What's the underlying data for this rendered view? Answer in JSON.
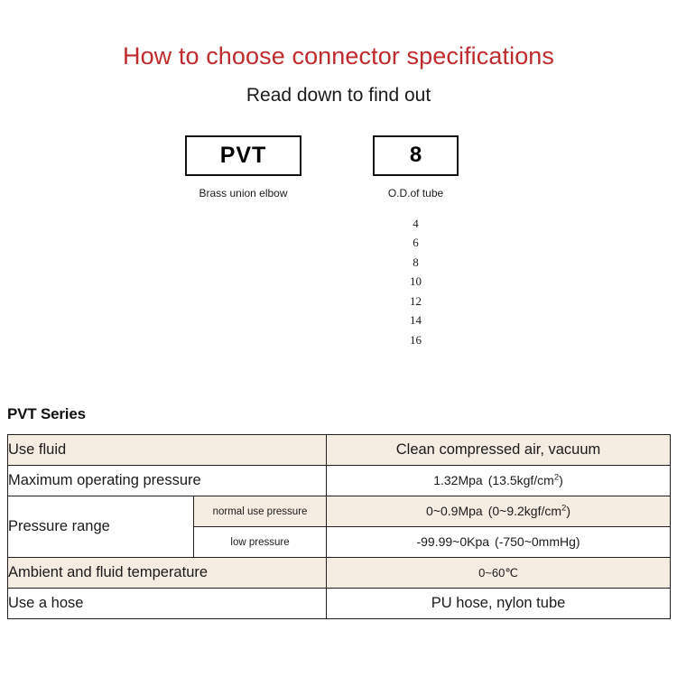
{
  "header": {
    "title": "How to choose connector specifications",
    "subtitle": "Read down to find out",
    "title_color": "#bf2a2c"
  },
  "selector": {
    "boxes": [
      {
        "code": "PVT",
        "caption": "Brass union elbow"
      },
      {
        "code": "8",
        "caption": "O.D.of tube"
      }
    ],
    "tube_sizes": [
      "4",
      "6",
      "8",
      "10",
      "12",
      "14",
      "16"
    ]
  },
  "spec": {
    "series_heading": "PVT Series",
    "colors": {
      "beige": "#f5ece2",
      "white": "#ffffff",
      "border": "#231f20"
    },
    "rows": [
      {
        "label": "Use fluid",
        "sublabel": null,
        "value_prefix": "Clean compressed air, vacuum",
        "value_paren": null,
        "shade": "beige"
      },
      {
        "label": "Maximum operating pressure",
        "sublabel": null,
        "value_prefix": "1.32Mpa",
        "value_paren": "(13.5kgf/cm",
        "value_paren_tail": ")",
        "shade": "white"
      },
      {
        "label": "Pressure range",
        "sublabel": "normal use pressure",
        "value_prefix": "0~0.9Mpa",
        "value_paren": "(0~9.2kgf/cm",
        "value_paren_tail": ")",
        "shade": "beige"
      },
      {
        "label": null,
        "sublabel": "low pressure",
        "value_prefix": "-99.99~0Kpa",
        "value_paren": "(-750~0mmHg)",
        "shade": "white"
      },
      {
        "label": "Ambient and fluid temperature",
        "sublabel": null,
        "value_prefix": "0~60℃",
        "value_paren": null,
        "shade": "beige"
      },
      {
        "label": "Use a hose",
        "sublabel": null,
        "value_prefix": "PU hose, nylon tube",
        "value_paren": null,
        "shade": "white"
      }
    ],
    "superscript": "2"
  }
}
